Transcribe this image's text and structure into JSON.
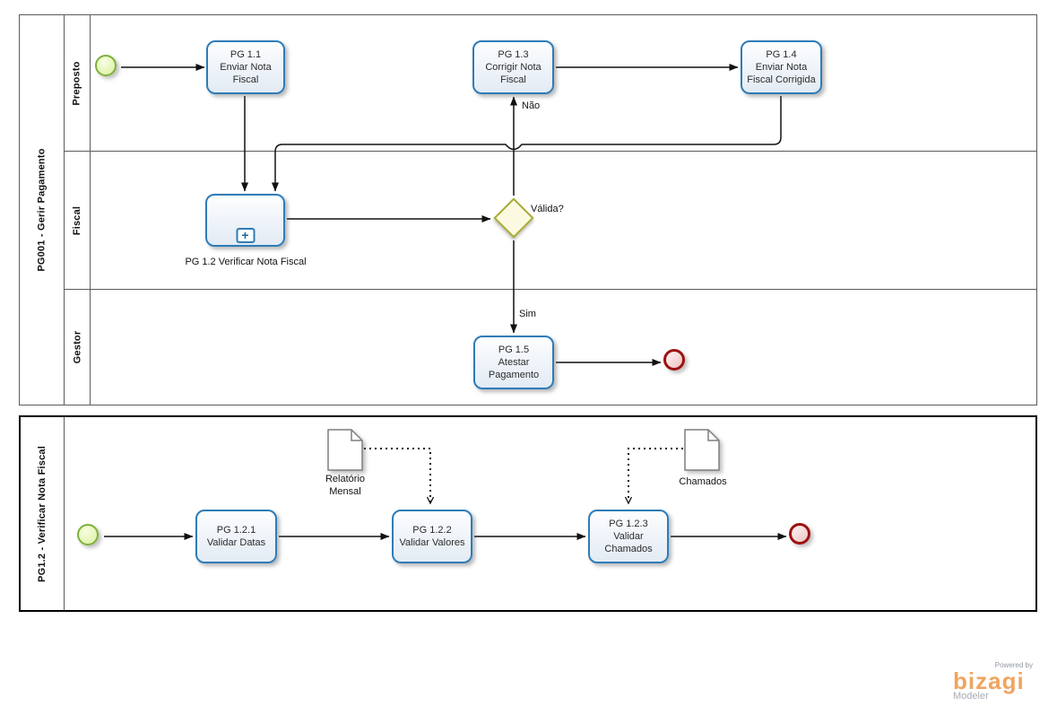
{
  "pool1": {
    "label": "PG001 - Gerir Pagamento",
    "lanes": [
      "Preposto",
      "Fiscal",
      "Gestor"
    ],
    "tasks": {
      "pg11": "PG 1.1\nEnviar Nota\nFiscal",
      "pg13": "PG 1.3\nCorrigir Nota\nFiscal",
      "pg14": "PG 1.4\nEnviar Nota\nFiscal Corrigida",
      "pg15": "PG 1.5\nAtestar\nPagamento"
    },
    "subprocess_label": "PG 1.2 Verificar Nota Fiscal",
    "gateway_label": "Válida?",
    "edge_labels": {
      "no": "Não",
      "yes": "Sim"
    }
  },
  "pool2": {
    "label": "PG1.2 -  Verificar Nota Fiscal",
    "tasks": {
      "pg121": "PG 1.2.1\nValidar Datas",
      "pg122": "PG 1.2.2\nValidar Valores",
      "pg123": "PG 1.2.3\nValidar\nChamados"
    },
    "documents": {
      "doc1": "Relatório\nMensal",
      "doc2": "Chamados"
    }
  },
  "icons": {
    "subprocess_marker": "+"
  },
  "logo": {
    "powered_by": "Powered by",
    "brand": "bizagi",
    "product": "Modeler"
  },
  "colors": {
    "task_border": "#2e7cb8",
    "task_fill": "#e9eff7",
    "start_border": "#7db039",
    "start_fill": "#e7f6bb",
    "end_border": "#9e1111",
    "end_fill": "#f6dcdc",
    "gateway_border": "#a9ab35",
    "gateway_fill": "#fbfae1",
    "document_border": "#7f7f7f",
    "pool_line": "#5b5b5b",
    "brand_orange": "#f0a55f"
  }
}
